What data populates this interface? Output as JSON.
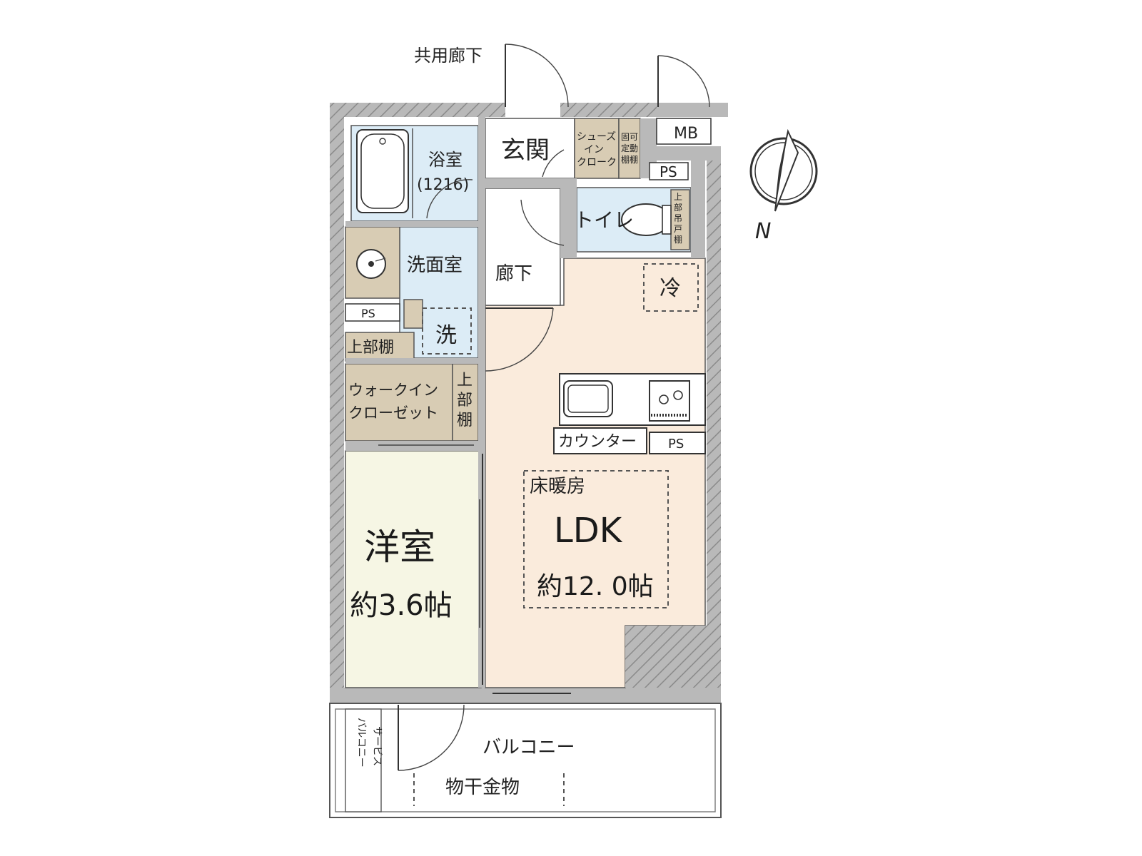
{
  "plan": {
    "colors": {
      "wall": "#b9b9b9",
      "wet_area": "#dcecf6",
      "ldk_floor": "#faebdc",
      "western_room": "#f6f6e4",
      "storage": "#d8ccb4",
      "white": "#ffffff"
    },
    "labels": {
      "shared_corridor": "共用廊下",
      "mb": "MB",
      "ps_top": "PS",
      "entrance": "玄関",
      "shoes_in_cloak": [
        "シューズ",
        "イン",
        "クローク"
      ],
      "fixed_movable_shelf": [
        "固可",
        "定動",
        "棚棚"
      ],
      "bathroom": "浴室",
      "bathroom_size": "(1216)",
      "toilet": "トイレ",
      "toilet_shelf": [
        "上",
        "部",
        "吊",
        "戸",
        "棚"
      ],
      "washroom": "洗面室",
      "hallway": "廊下",
      "fridge": "冷",
      "ps_wash": "PS",
      "washer": "洗",
      "upper_shelf": "上部棚",
      "walk_in_closet": [
        "ウォークイン",
        "クローゼット"
      ],
      "wic_upper_shelf": [
        "上",
        "部",
        "棚"
      ],
      "counter": "カウンター",
      "ps_kitchen": "PS",
      "floor_heating": "床暖房",
      "ldk": "LDK",
      "ldk_size": "約12. 0帖",
      "western_room": "洋室",
      "western_room_size": "約3.6帖",
      "service_balcony": [
        "サービス",
        "バルコニー"
      ],
      "balcony": "バルコニー",
      "clothes_hanger": "物干金物",
      "compass_north": "N"
    }
  }
}
